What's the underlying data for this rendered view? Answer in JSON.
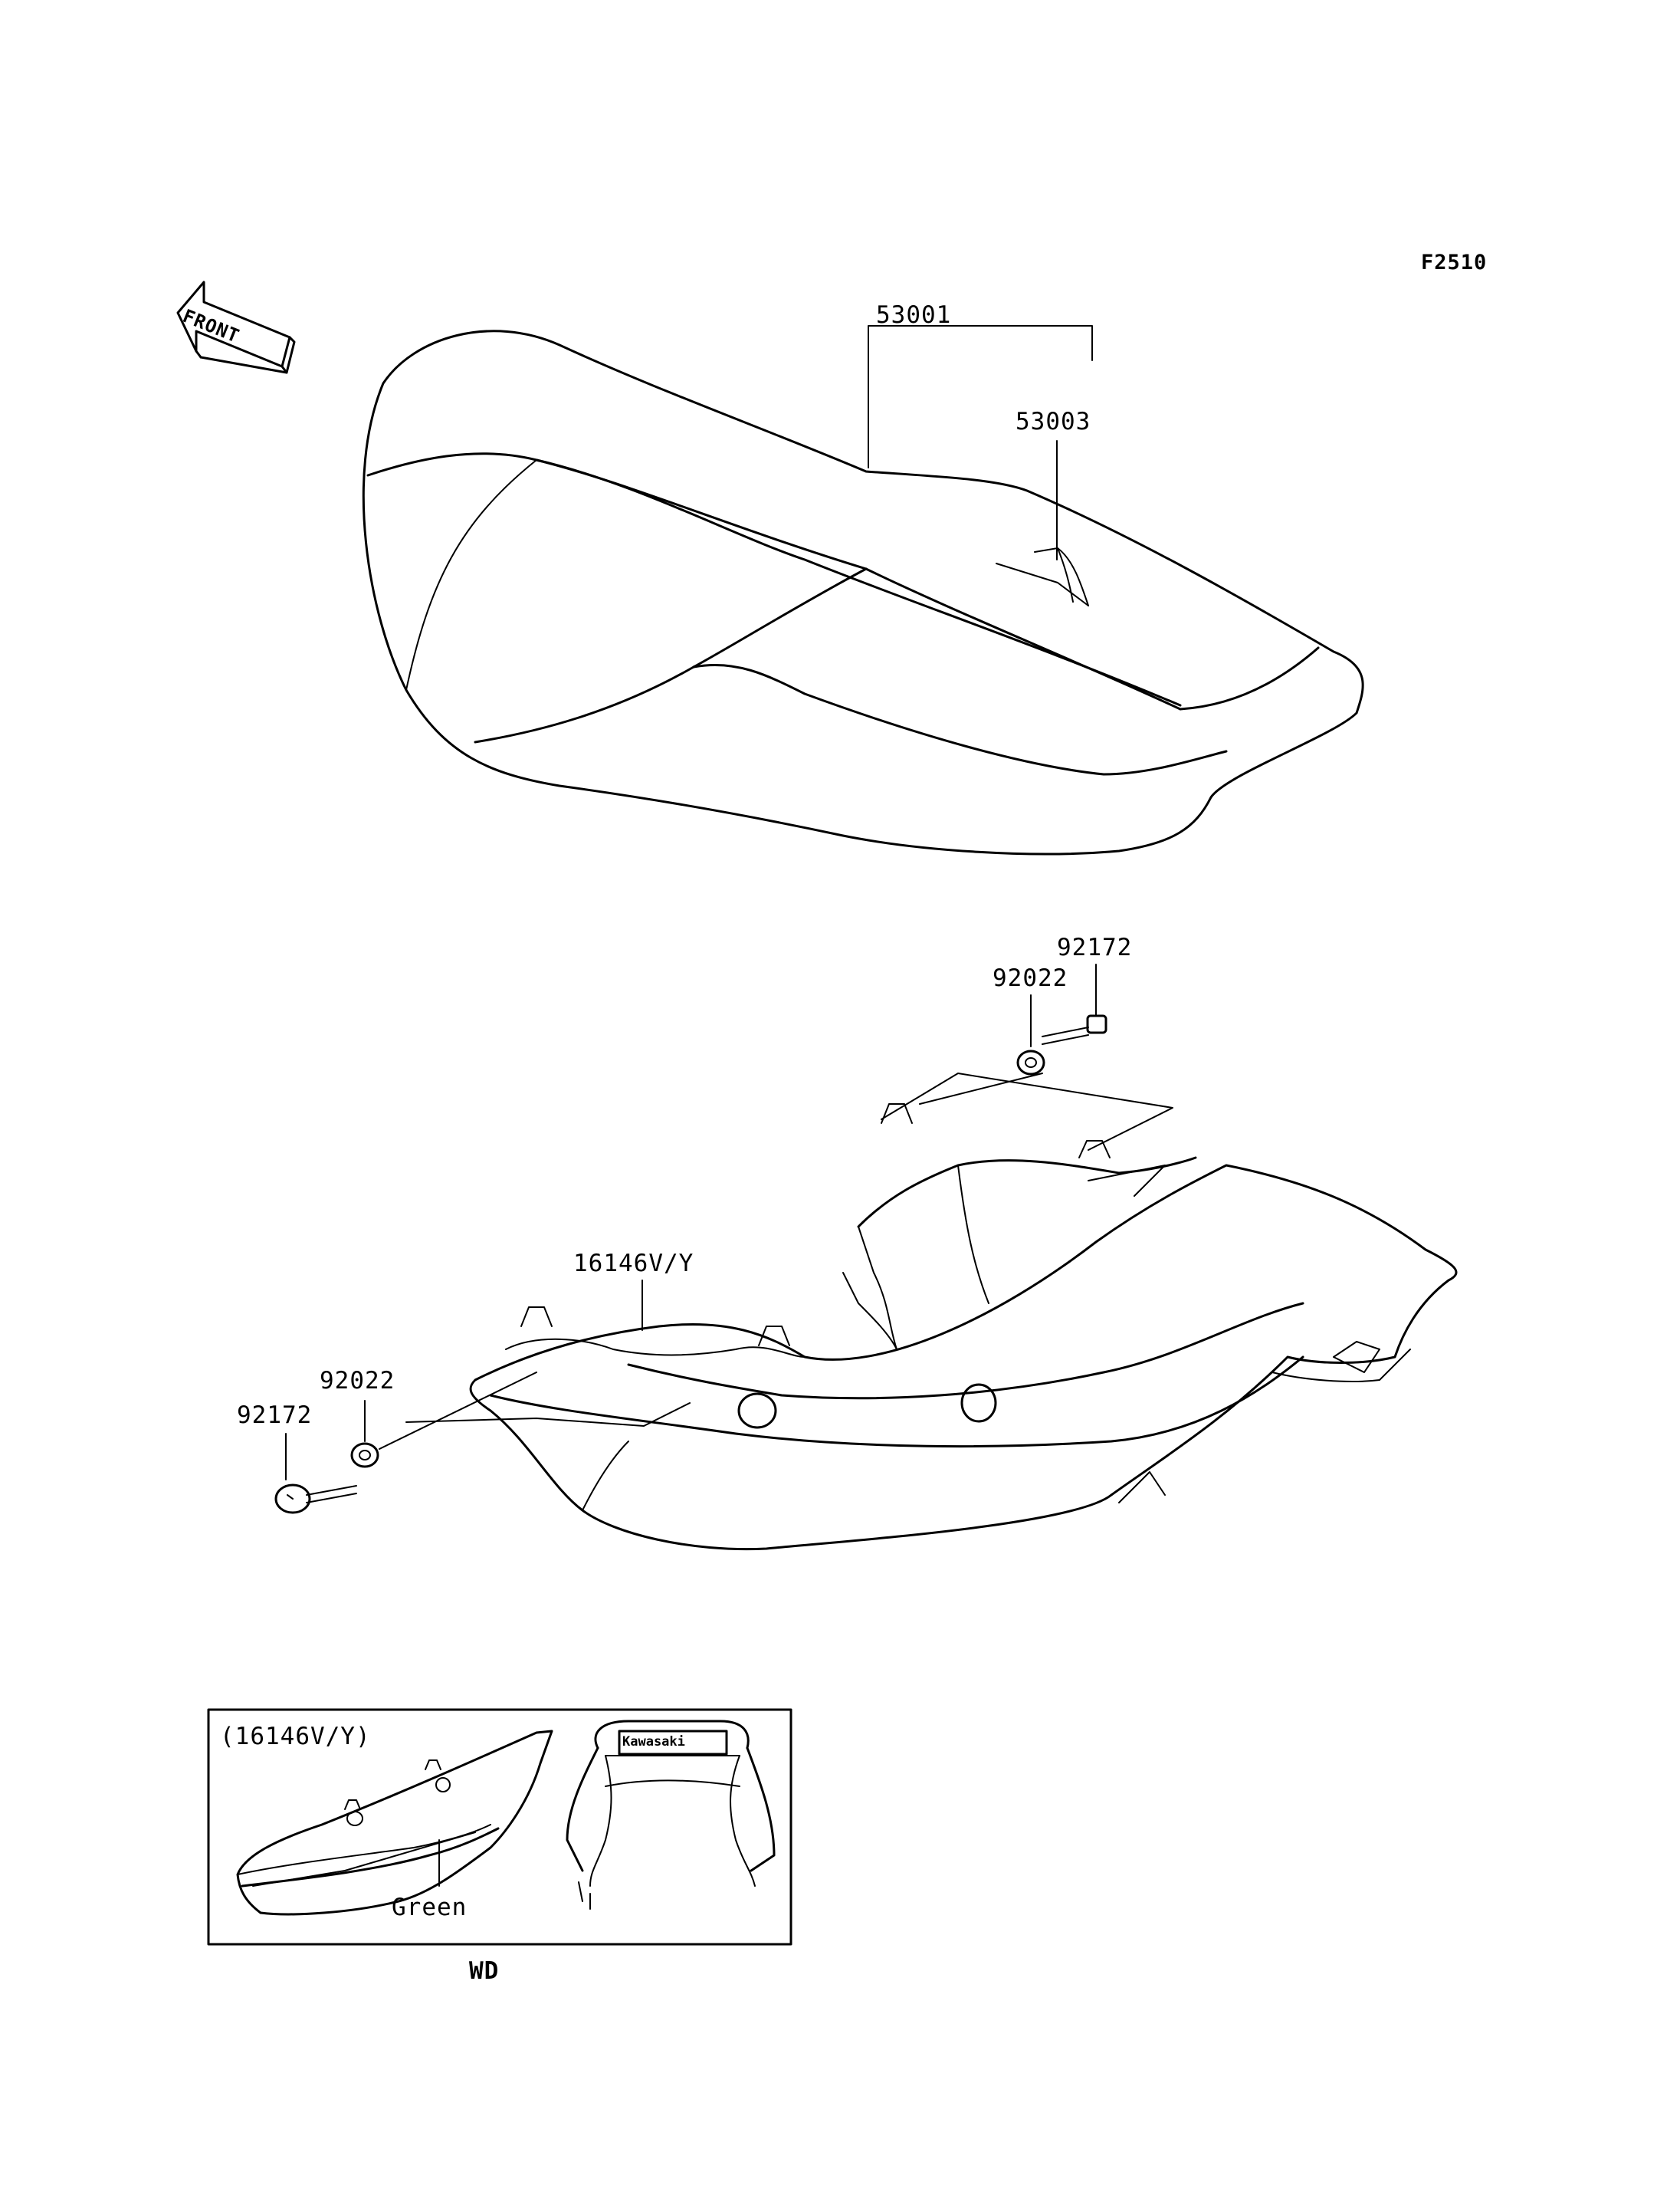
{
  "figure_code": "F2510",
  "front_arrow_text": "FRONT",
  "parts": {
    "seat": "53001",
    "seat_cover": "53003",
    "bolt_right": "92172",
    "washer_right": "92022",
    "side_cover": "16146V/Y",
    "washer_left": "92022",
    "bolt_left": "92172"
  },
  "inset": {
    "title": "(16146V/Y)",
    "color_note": "Green",
    "caption": "WD",
    "logo_text": "Kawasaki"
  }
}
